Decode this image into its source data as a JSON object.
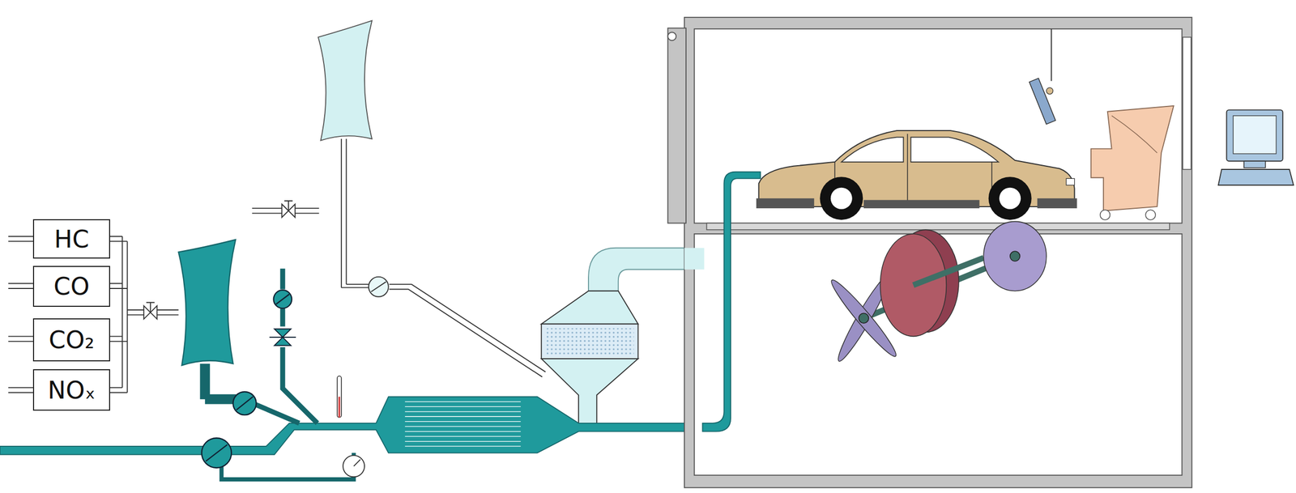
{
  "diagram": {
    "nodes": [
      {
        "text": [
          "HC"
        ]
      },
      {
        "text": [
          "CO"
        ]
      },
      {
        "text": [
          "CO₂"
        ]
      },
      {
        "text": [
          "NOₓ"
        ]
      }
    ]
  }
}
